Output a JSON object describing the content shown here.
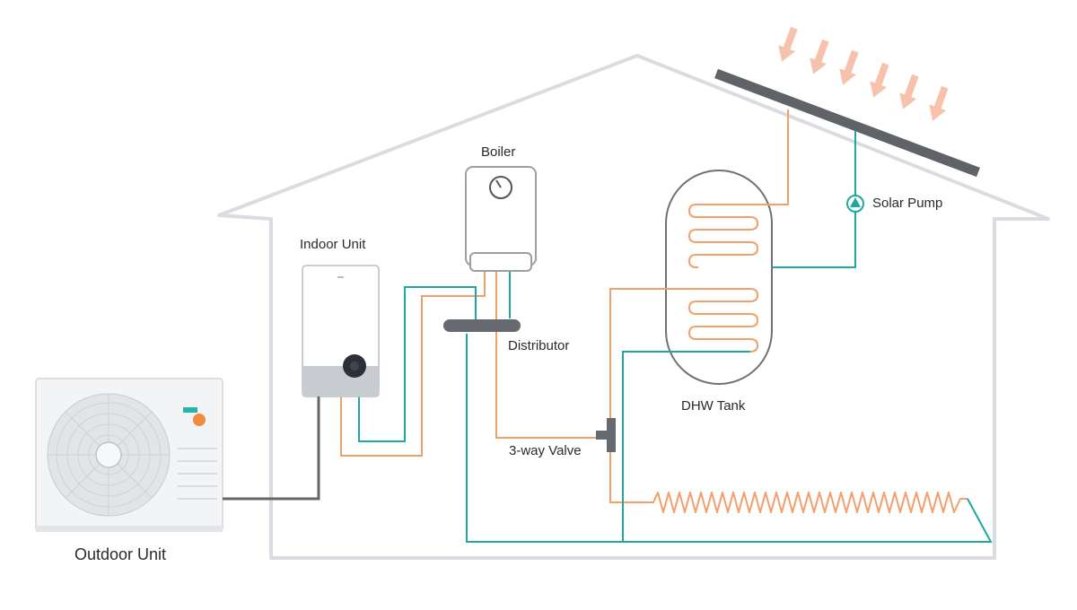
{
  "labels": {
    "boiler": "Boiler",
    "indoor_unit": "Indoor Unit",
    "distributor": "Distributor",
    "three_way_valve": "3-way Valve",
    "dhw_tank": "DHW Tank",
    "solar_pump": "Solar Pump",
    "outdoor_unit": "Outdoor Unit"
  },
  "colors": {
    "hot_pipe": "#f0a06a",
    "cold_pipe": "#1fa8a0",
    "house_outline": "#d9dde2",
    "sun_arrows": "#f6c2ab",
    "solar_panel": "#5f6368",
    "electric_cable": "#666666",
    "equipment_outline": "#b8bec6"
  },
  "icons": [
    "sun-rays-icon",
    "pump-icon",
    "pressure-gauge-icon",
    "fan-icon"
  ]
}
